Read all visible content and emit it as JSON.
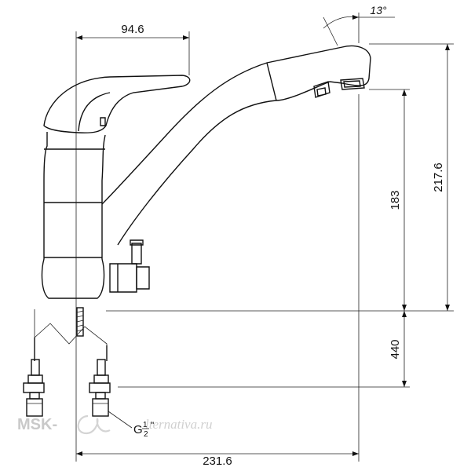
{
  "dimensions": {
    "handle_reach": "94.6",
    "angle": "13°",
    "spout_height_total": "217.6",
    "spout_height_inner": "183",
    "hose_length": "440",
    "total_reach": "231.6",
    "thread_main": "G",
    "thread_sup": "1",
    "thread_sub": "2",
    "thread_mark": "\""
  },
  "watermark": {
    "left": "MSK-",
    "right": "lternativa.ru"
  }
}
